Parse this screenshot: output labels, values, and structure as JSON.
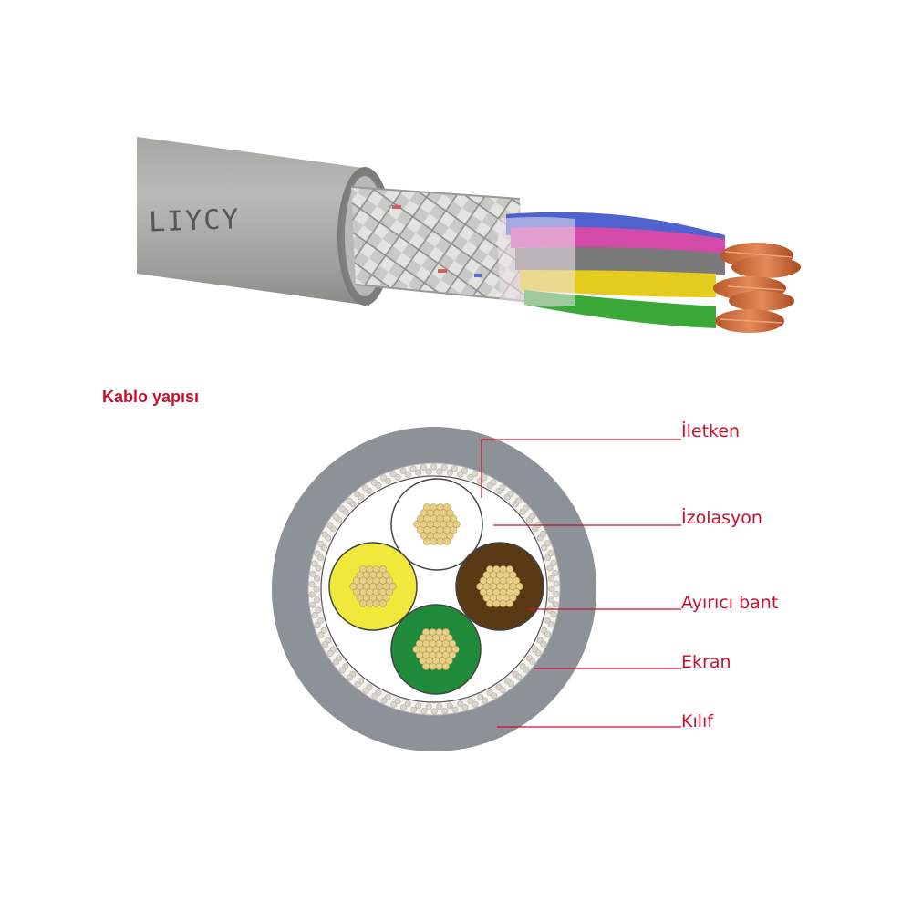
{
  "product": {
    "jacket_print": "LIYCY"
  },
  "section_title": "Kablo yapısı",
  "callouts": [
    {
      "id": "conductor",
      "label": "İletken"
    },
    {
      "id": "insulation",
      "label": "İzolasyon"
    },
    {
      "id": "separator",
      "label": "Ayırıcı bant"
    },
    {
      "id": "screen",
      "label": "Ekran"
    },
    {
      "id": "sheath",
      "label": "Kılıf"
    }
  ],
  "colors": {
    "accent": "#c8102e",
    "sheath": "#8d9298",
    "core_white": "#ffffff",
    "core_yellow": "#f0e83a",
    "core_brown": "#5a3a14",
    "core_green": "#1f8a3a",
    "copper_strand": "#e8cf88"
  }
}
